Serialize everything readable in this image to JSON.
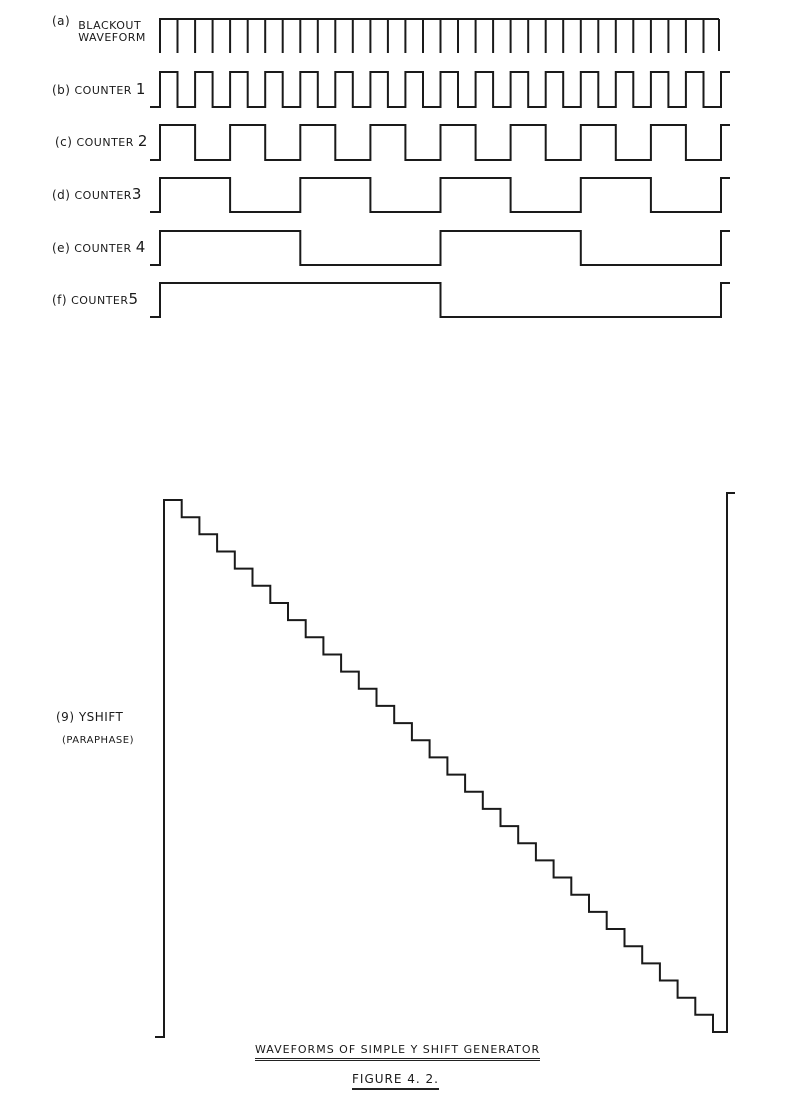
{
  "signals": [
    {
      "tag": "(a)",
      "name_line1": "BLACKOUT",
      "name_line2": "WAVEFORM",
      "kind": "pulses",
      "pulse_count": 32
    },
    {
      "tag": "(b)",
      "name": "COUNTER",
      "num": "1",
      "kind": "square",
      "period_pulses": 2
    },
    {
      "tag": "(c)",
      "name": "COUNTER",
      "num": "2",
      "kind": "square",
      "period_pulses": 4
    },
    {
      "tag": "(d)",
      "name": "COUNTER",
      "num": "3",
      "kind": "square",
      "period_pulses": 8
    },
    {
      "tag": "(e)",
      "name": "COUNTER",
      "num": "4",
      "kind": "square",
      "period_pulses": 16
    },
    {
      "tag": "(f)",
      "name": "COUNTER",
      "num": "5",
      "kind": "square",
      "period_pulses": 32
    }
  ],
  "yshift": {
    "label": "(9) YSHIFT",
    "sublabel": "(PARAPHASE)",
    "steps": 32
  },
  "caption": {
    "title": "WAVEFORMS OF SIMPLE Y SHIFT GENERATOR",
    "figure": "FIGURE 4. 2."
  }
}
